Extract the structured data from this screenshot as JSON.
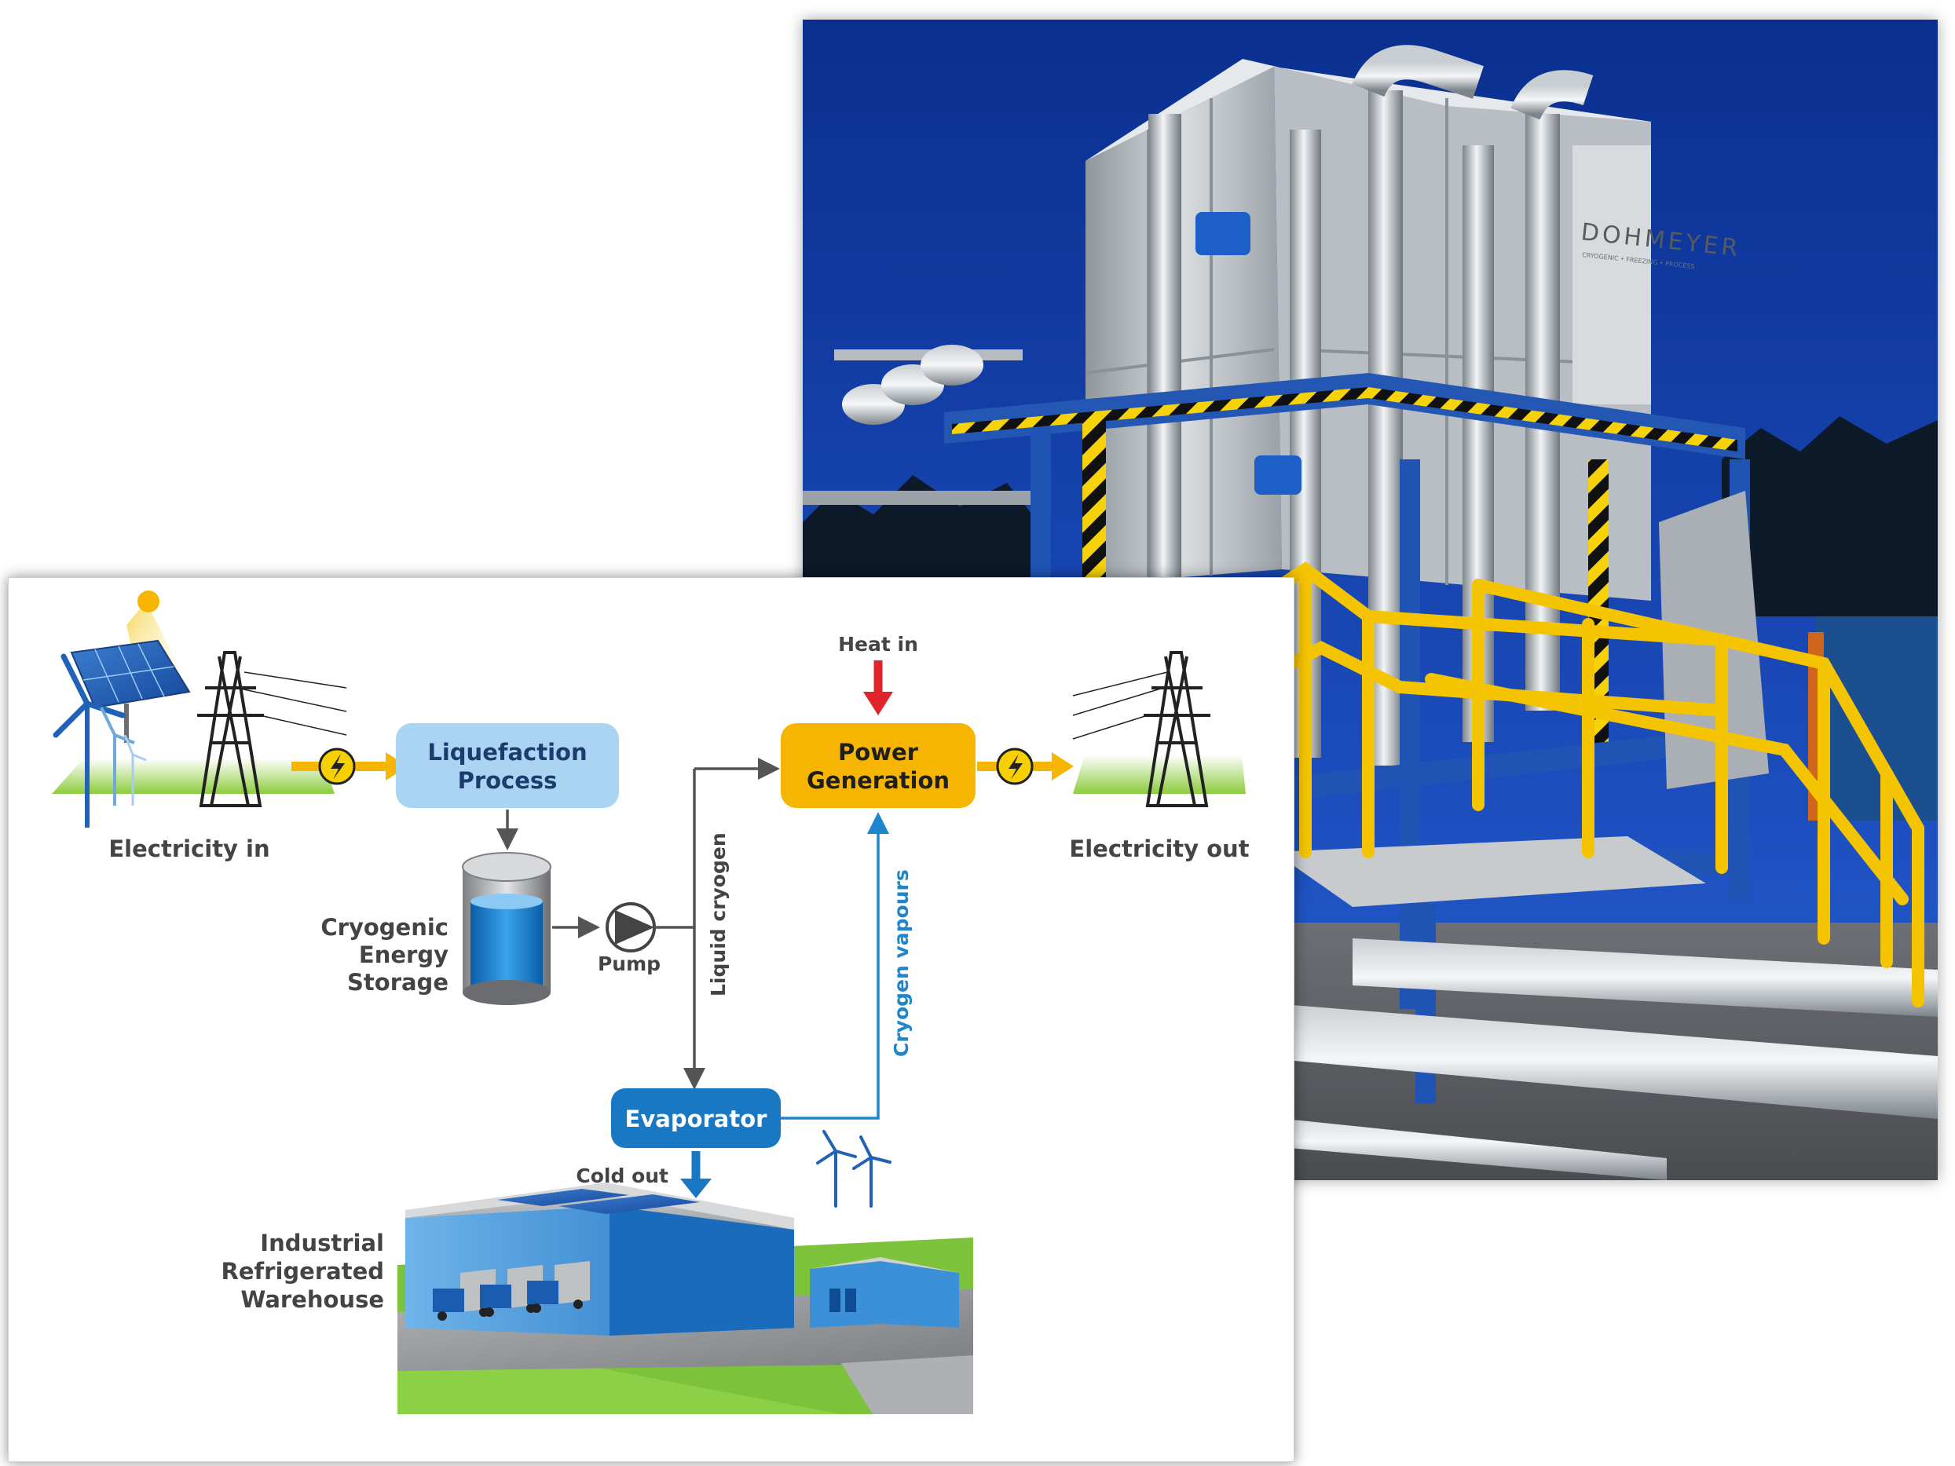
{
  "photo": {
    "brand_name": "DOHMEYER",
    "brand_tagline": "CRYOGENIC • FREEZING • PROCESS"
  },
  "diagram": {
    "electricity_in": "Electricity in",
    "electricity_out": "Electricity out",
    "liquefaction": {
      "line1": "Liquefaction",
      "line2": "Process"
    },
    "power_generation": {
      "line1": "Power",
      "line2": "Generation"
    },
    "heat_in": "Heat in",
    "storage": {
      "line1": "Cryogenic",
      "line2": "Energy",
      "line3": "Storage"
    },
    "pump": "Pump",
    "liquid_cryogen": "Liquid cryogen",
    "cryogen_vapours": "Cryogen vapours",
    "evaporator": "Evaporator",
    "cold_out": "Cold out",
    "warehouse": {
      "line1": "Industrial",
      "line2": "Refrigerated",
      "line3": "Warehouse"
    }
  },
  "colors": {
    "liquefaction_fill": "#a9d4f2",
    "power_fill": "#f6b500",
    "evaporator_fill": "#1878c4",
    "heat_arrow": "#e0242c",
    "electric_arrow": "#f6b500",
    "vapour_line": "#1e86cc",
    "flow_line": "#555555"
  }
}
